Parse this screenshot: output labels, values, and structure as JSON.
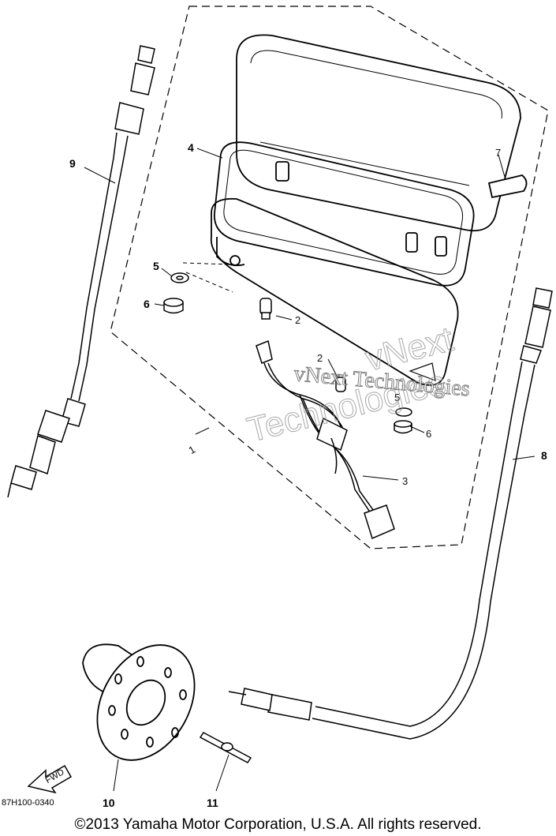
{
  "callouts": {
    "c1": "1",
    "c2a": "2",
    "c2b": "2",
    "c3": "3",
    "c4": "4",
    "c5a": "5",
    "c5b": "5",
    "c6a": "6",
    "c6b": "6",
    "c7": "7",
    "c8": "8",
    "c9": "9",
    "c10": "10",
    "c11": "11"
  },
  "fwd_label": "FWD",
  "part_code": "87H100-0340",
  "watermark": {
    "line1": "vNext Technologies",
    "line2": "vNext",
    "line3": "Technologies"
  },
  "copyright": "©2013 Yamaha Motor Corporation, U.S.A. All rights reserved."
}
